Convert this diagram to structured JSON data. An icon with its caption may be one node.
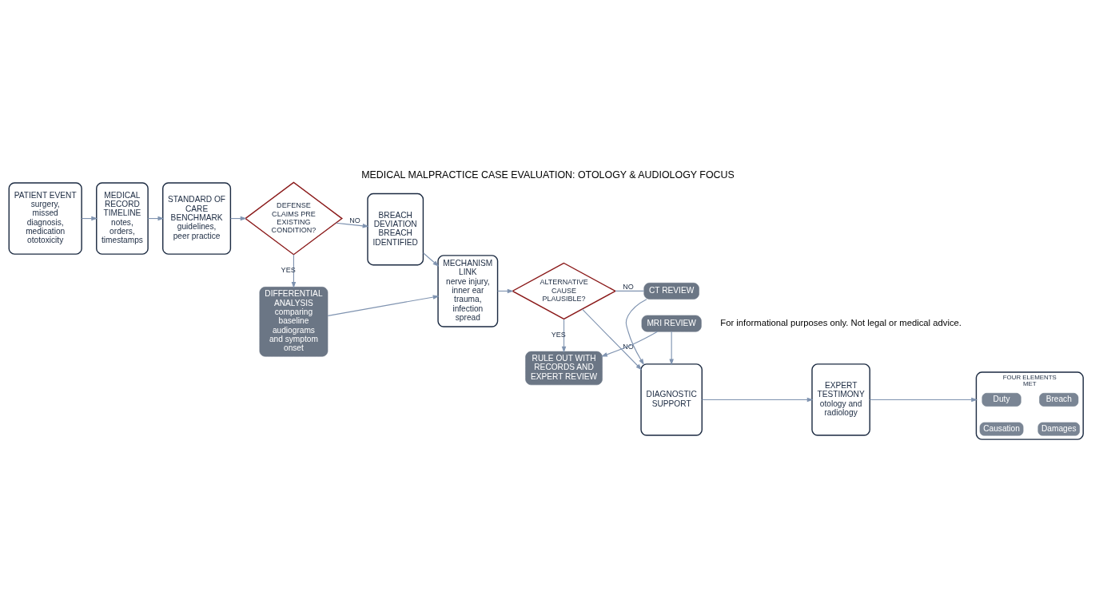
{
  "diagram": {
    "title": "MEDICAL MALPRACTICE CASE EVALUATION: OTOLOGY & AUDIOLOGY FOCUS",
    "caption": "For informational purposes only. Not legal or medical advice.",
    "nodes": [
      {
        "text": [
          "PATIENT EVENT",
          "surgery, missed diagnosis, medication ototoxicity"
        ]
      },
      {
        "text": [
          "MEDICAL RECORD TIMELINE",
          "notes, orders, timestamps"
        ]
      },
      {
        "text": [
          "STANDARD OF CARE BENCHMARK",
          "guidelines, peer practice"
        ]
      },
      {
        "text": [
          "DEFENSE CLAIMS PRE EXISTING CONDITION?"
        ]
      },
      {
        "text": [
          "DIFFERENTIAL ANALYSIS",
          "comparing baseline audiograms and symptom onset"
        ]
      },
      {
        "text": [
          "BREACH",
          "DEVIATION BREACH IDENTIFIED"
        ]
      },
      {
        "text": [
          "MECHANISM LINK",
          "nerve injury, inner ear trauma, infection spread"
        ]
      },
      {
        "text": [
          "ALTERNATIVE CAUSE PLAUSIBLE?"
        ]
      },
      {
        "text": [
          "CT REVIEW"
        ]
      },
      {
        "text": [
          "DIAGNOSTIC SUPPORT"
        ]
      },
      {
        "text": [
          "EXPERT TESTIMONY",
          "otology and radiology"
        ]
      },
      {
        "text": [
          "FOUR ELEMENTS MET"
        ]
      },
      {
        "text": [
          "Duty"
        ],
        "in": 11
      },
      {
        "text": [
          "Breach"
        ],
        "in": 11
      },
      {
        "text": [
          "Causation"
        ],
        "in": 11
      },
      {
        "text": [
          "Damages"
        ],
        "in": 11
      },
      {
        "text": [
          "RULE OUT WITH RECORDS AND EXPERT REVIEW"
        ]
      },
      {
        "text": [
          "MRI REVIEW"
        ]
      }
    ],
    "edges": [
      {
        "from": 0,
        "to": 1,
        "arrow": "to"
      },
      {
        "from": 1,
        "to": 2,
        "arrow": "to"
      },
      {
        "from": 2,
        "to": 3,
        "arrow": "to"
      },
      {
        "from": 3,
        "to": 4,
        "arrow": "to",
        "label": "YES"
      },
      {
        "from": 3,
        "to": 5,
        "arrow": "to",
        "label": "NO"
      },
      {
        "from": 4,
        "to": 6,
        "arrow": "to"
      },
      {
        "from": 5,
        "to": 6,
        "arrow": "to"
      },
      {
        "from": 6,
        "to": 7,
        "arrow": "to"
      },
      {
        "from": 7,
        "to": 8,
        "arrow": "none",
        "label": "NO"
      },
      {
        "from": 7,
        "to": 9,
        "arrow": "to",
        "label": "NO"
      },
      {
        "from": 7,
        "to": 16,
        "arrow": "to",
        "label": "YES"
      },
      {
        "from": 8,
        "to": 9,
        "arrow": "to"
      },
      {
        "from": 17,
        "to": 9,
        "arrow": "to"
      },
      {
        "from": 17,
        "to": 16,
        "arrow": "to"
      },
      {
        "from": 9,
        "to": 10,
        "arrow": "to"
      },
      {
        "from": 10,
        "to": 11,
        "arrow": "to"
      }
    ]
  }
}
